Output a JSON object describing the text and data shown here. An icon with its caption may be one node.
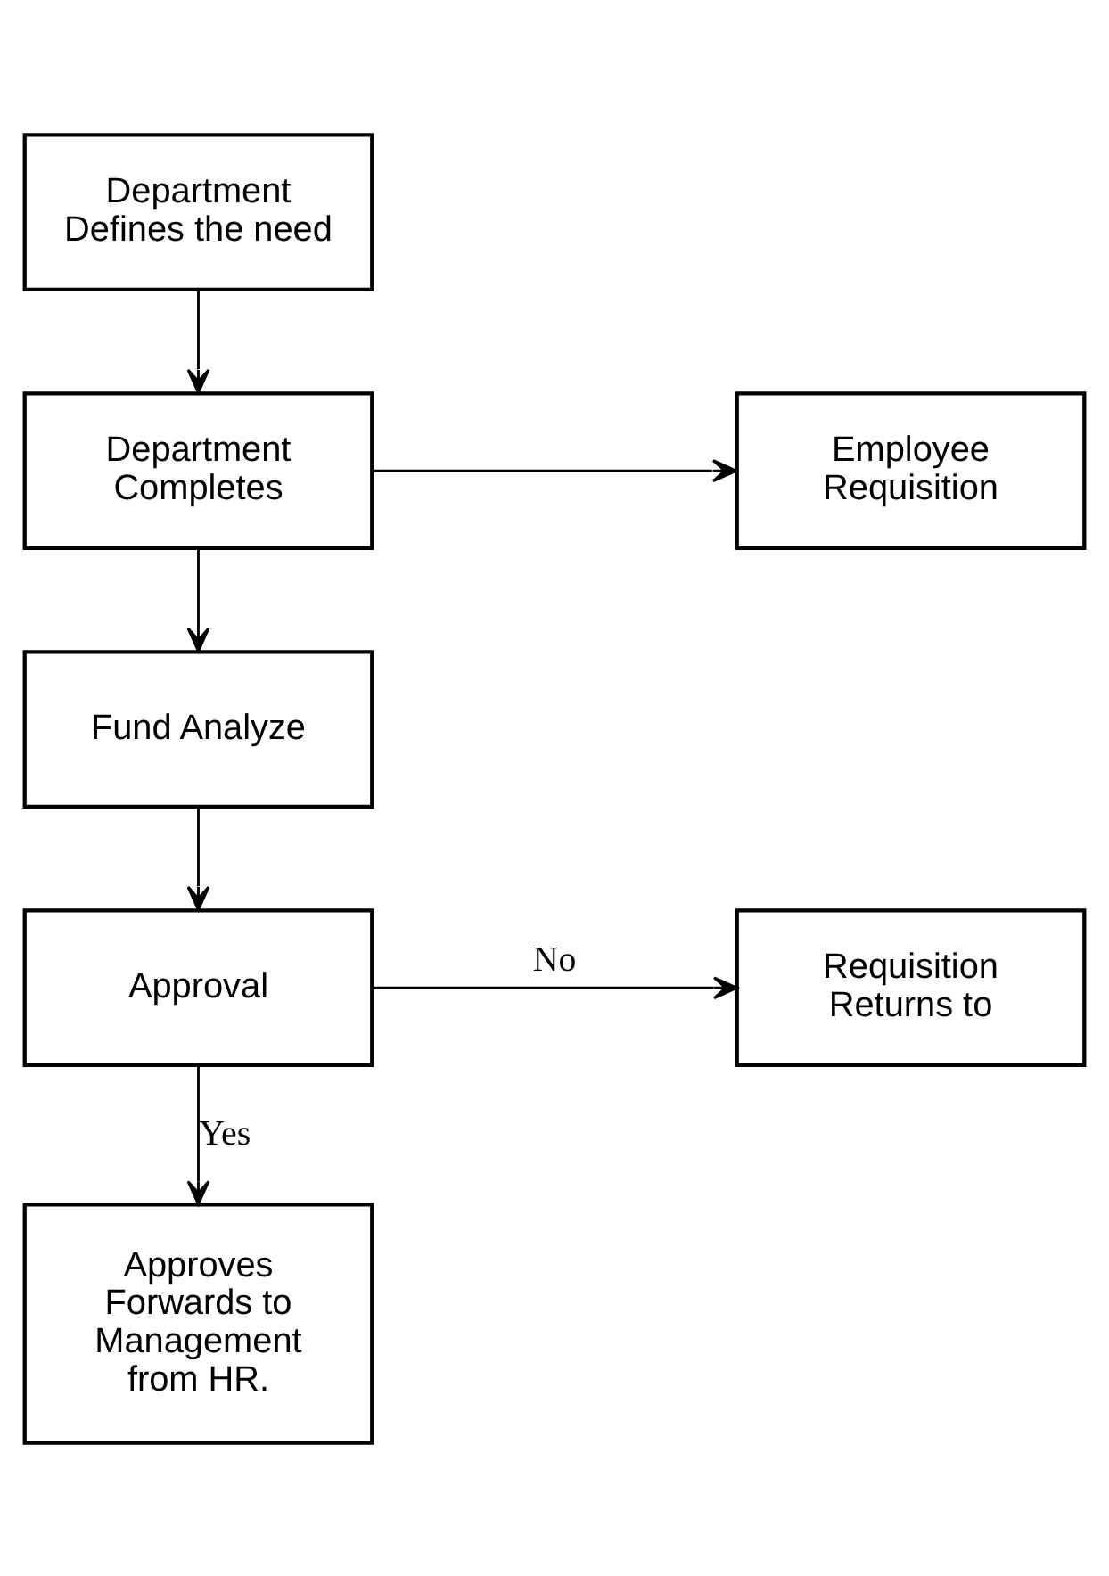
{
  "diagram": {
    "nodes": [
      {
        "text": [
          "Department Defines the need"
        ]
      },
      {
        "text": [
          "Department Completes"
        ]
      },
      {
        "text": [
          "Employee Requisition"
        ]
      },
      {
        "text": [
          "Fund Analyze"
        ]
      },
      {
        "text": [
          "Approval"
        ]
      },
      {
        "text": [
          "Requisition Returns to"
        ]
      },
      {
        "text": [
          "Approves Forwards to Management from HR."
        ]
      }
    ],
    "edges": [
      {
        "from": 0,
        "to": 1,
        "arrow": "to"
      },
      {
        "from": 1,
        "to": 2,
        "arrow": "to"
      },
      {
        "from": 1,
        "to": 3,
        "arrow": "to"
      },
      {
        "from": 3,
        "to": 4,
        "arrow": "to"
      },
      {
        "from": 4,
        "to": 5,
        "arrow": "to",
        "label": "No"
      },
      {
        "from": 4,
        "to": 6,
        "arrow": "to",
        "label": "Yes"
      }
    ]
  }
}
